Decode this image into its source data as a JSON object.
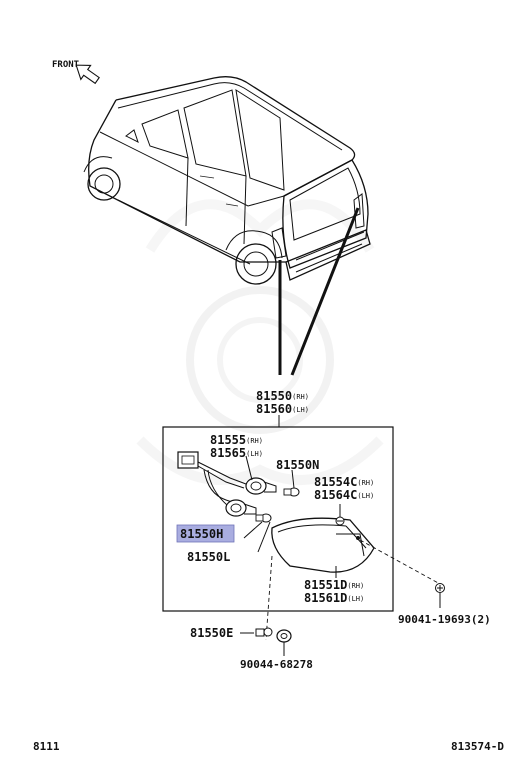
{
  "front_label": "FRONT",
  "assembly": {
    "part": "81550",
    "rh_suffix": "(RH)",
    "part2": "81560",
    "lh_suffix": "(LH)"
  },
  "socket_wire": {
    "part": "81555",
    "rh_suffix": "(RH)",
    "part2": "81565",
    "lh_suffix": "(LH)"
  },
  "bulb_n": "81550N",
  "gasket": {
    "part": "81554C",
    "rh_suffix": "(RH)",
    "part2": "81564C",
    "lh_suffix": "(LH)"
  },
  "bulb_h": "81550H",
  "bulb_l": "81550L",
  "lens": {
    "part": "81551D",
    "rh_suffix": "(RH)",
    "part2": "81561D",
    "lh_suffix": "(LH)"
  },
  "screw": "90041-19693(2)",
  "bulb_e": "81550E",
  "clip": "90044-68278",
  "footer": {
    "left": "8111",
    "right": "813574-D"
  },
  "colors": {
    "highlight": "#a9ade0",
    "line": "#111111",
    "watermark": "#ececec"
  }
}
